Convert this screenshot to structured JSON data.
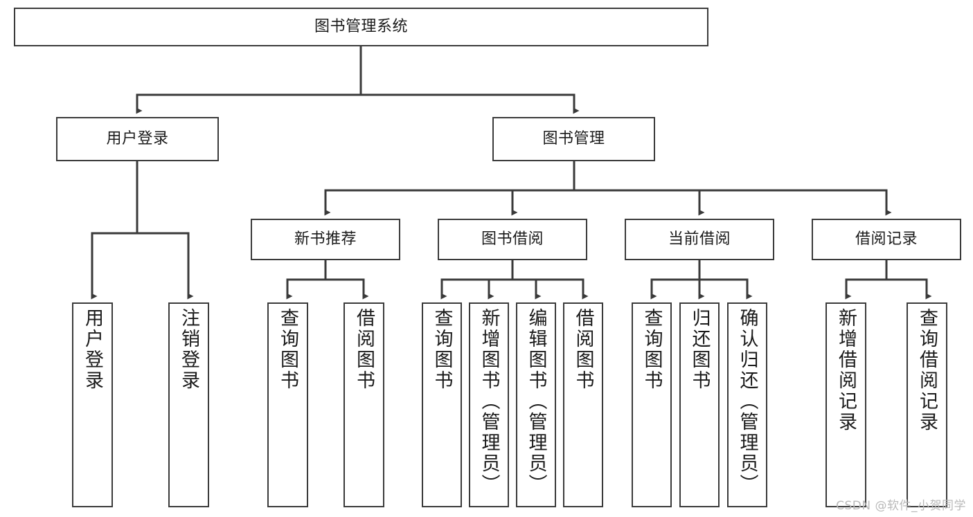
{
  "diagram": {
    "title": "图书管理系统",
    "type": "tree",
    "stroke_color": "#3a3a3a",
    "background_color": "#ffffff",
    "text_color": "#1a1a1a",
    "root": {
      "id": "root",
      "label": "图书管理系统"
    },
    "level2": [
      {
        "id": "user-login",
        "label": "用户登录"
      },
      {
        "id": "book-management",
        "label": "图书管理"
      }
    ],
    "level3": [
      {
        "id": "new-book-recommend",
        "label": "新书推荐"
      },
      {
        "id": "book-borrow",
        "label": "图书借阅"
      },
      {
        "id": "current-borrow",
        "label": "当前借阅"
      },
      {
        "id": "borrow-record",
        "label": "借阅记录"
      }
    ],
    "leaves": {
      "user_login": [
        {
          "id": "leaf-user-login",
          "label": "用户登录"
        },
        {
          "id": "leaf-logout-login",
          "label": "注销登录"
        }
      ],
      "new_book_recommend": [
        {
          "id": "leaf-query-book-1",
          "label": "查询图书"
        },
        {
          "id": "leaf-borrow-book-1",
          "label": "借阅图书"
        }
      ],
      "book_borrow": [
        {
          "id": "leaf-query-book-2",
          "label": "查询图书"
        },
        {
          "id": "leaf-add-book-admin",
          "label": "新增图书（管理员）"
        },
        {
          "id": "leaf-edit-book-admin",
          "label": "编辑图书（管理员）"
        },
        {
          "id": "leaf-borrow-book-2",
          "label": "借阅图书"
        }
      ],
      "current_borrow": [
        {
          "id": "leaf-query-book-3",
          "label": "查询图书"
        },
        {
          "id": "leaf-return-book",
          "label": "归还图书"
        },
        {
          "id": "leaf-confirm-return-admin",
          "label": "确认归还（管理员）"
        }
      ],
      "borrow_record": [
        {
          "id": "leaf-add-borrow-record",
          "label": "新增借阅记录"
        },
        {
          "id": "leaf-query-borrow-record",
          "label": "查询借阅记录"
        }
      ]
    }
  },
  "watermark": {
    "text": "CSDN @软件_小贺同学"
  }
}
